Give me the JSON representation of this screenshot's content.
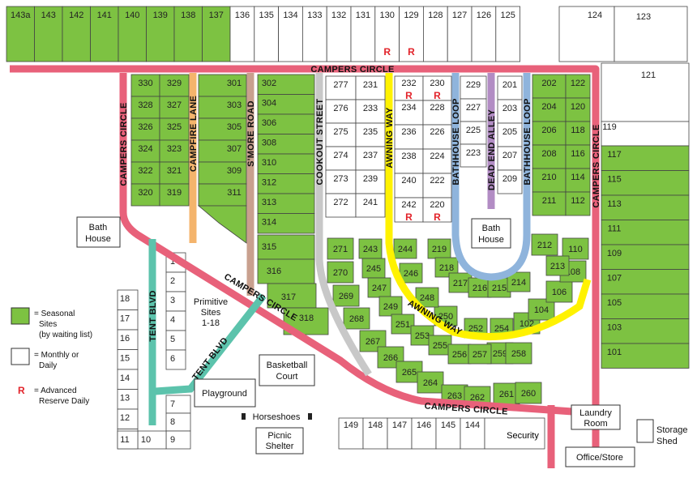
{
  "map_title": "",
  "colors": {
    "seasonal": "#7dc242",
    "monthly": "#ffffff",
    "outline": "#444444",
    "campers_circle": "#e8617a",
    "awning_way": "#fff200",
    "bathhouse_loop": "#8fb4dc",
    "dead_end_alley": "#b28cc4",
    "cookout_street": "#c8c8c8",
    "smore_road": "#c9a08e",
    "campfire_lane": "#f4b46c",
    "tent_blvd": "#5cc3ac",
    "reserve_r": "#e2232a"
  },
  "roads": {
    "campers_circle_top": "CAMPERS CIRCLE",
    "campers_circle_left": "CAMPERS CIRCLE",
    "campers_circle_right": "CAMPERS CIRCLE",
    "campers_circle_diag": "CAMPERS CIRCLE",
    "campers_circle_bottom": "CAMPERS CIRCLE",
    "campfire_lane": "CAMPFIRE LANE",
    "smore_road": "S'MORE ROAD",
    "cookout_street": "COOKOUT STREET",
    "awning_way_vertical": "AWNING WAY",
    "awning_way_curve": "AWNING WAY",
    "bathhouse_loop_left": "BATHHOUSE LOOP",
    "bathhouse_loop_right": "BATHHOUSE LOOP",
    "dead_end_alley": "DEAD END ALLEY",
    "tent_blvd_vertical": "TENT BLVD",
    "tent_blvd_diagonal": "TENT BLVD"
  },
  "buildings": {
    "bath_house_left": [
      "Bath",
      "House"
    ],
    "bath_house_center": [
      "Bath",
      "House"
    ],
    "basketball_court": [
      "Basketball",
      "Court"
    ],
    "playground": "Playground",
    "horseshoes": "Horseshoes",
    "picnic_shelter": [
      "Picnic",
      "Shelter"
    ],
    "laundry_room": [
      "Laundry",
      "Room"
    ],
    "storage_shed": [
      "Storage",
      "Shed"
    ],
    "office_store": "Office/Store",
    "security": "Security",
    "primitive_sites": [
      "Primitive",
      "Sites",
      "1-18"
    ]
  },
  "reserve_mark": "R",
  "reserve_sites": [
    "130",
    "129",
    "232",
    "230",
    "242",
    "220"
  ],
  "legend": {
    "seasonal": [
      "= Seasonal",
      "Sites",
      "(by waiting list)"
    ],
    "monthly": [
      "= Monthly or",
      "Daily"
    ],
    "reserve": [
      "= Advanced",
      "Reserve Daily"
    ]
  },
  "sites": {
    "top_seasonal": [
      "143a",
      "143",
      "142",
      "141",
      "140",
      "139",
      "138",
      "137"
    ],
    "top_monthly": [
      "136",
      "135",
      "134",
      "133",
      "132",
      "131",
      "130",
      "129",
      "128",
      "127",
      "126",
      "125"
    ],
    "top_right": [
      "124",
      "123",
      "121",
      "119"
    ],
    "col_330": [
      "330",
      "328",
      "326",
      "324",
      "322",
      "320"
    ],
    "col_329": [
      "329",
      "327",
      "325",
      "323",
      "321",
      "319"
    ],
    "col_301": [
      "301",
      "303",
      "305",
      "307",
      "309",
      "311"
    ],
    "col_302": [
      "302",
      "304",
      "306",
      "308",
      "310",
      "312",
      "313",
      "314",
      "315",
      "316",
      "317",
      "318"
    ],
    "col_277": [
      "277",
      "276",
      "275",
      "274",
      "273",
      "272"
    ],
    "col_231": [
      "231",
      "233",
      "235",
      "237",
      "239",
      "241"
    ],
    "col_232": [
      "232",
      "234",
      "236",
      "238",
      "240",
      "242"
    ],
    "col_230": [
      "230",
      "228",
      "226",
      "224",
      "222",
      "220"
    ],
    "col_229": [
      "229",
      "227",
      "225",
      "223"
    ],
    "col_201": [
      "201",
      "203",
      "205",
      "207",
      "209"
    ],
    "col_202": [
      "202",
      "204",
      "206",
      "208",
      "210",
      "211"
    ],
    "col_122": [
      "122",
      "120",
      "118",
      "116",
      "114",
      "112"
    ],
    "col_117": [
      "117",
      "115",
      "113",
      "111",
      "109",
      "107",
      "105",
      "103",
      "101"
    ],
    "arc_outer": [
      "271",
      "270",
      "269",
      "268",
      "267",
      "266",
      "265",
      "264",
      "263",
      "262",
      "261",
      "260",
      "259",
      "258",
      "102",
      "104",
      "106",
      "108",
      "110",
      "212"
    ],
    "arc_inner": [
      "243",
      "245",
      "247",
      "249",
      "251",
      "253",
      "255",
      "256",
      "257",
      "254",
      "252",
      "250",
      "248",
      "246",
      "244",
      "219",
      "218",
      "217",
      "216",
      "215",
      "214",
      "213"
    ],
    "tent_left": [
      "18",
      "17",
      "16",
      "15",
      "14",
      "13",
      "12",
      "11"
    ],
    "tent_right": [
      "1",
      "2",
      "3",
      "4",
      "5",
      "6",
      "7",
      "8",
      "9",
      "10"
    ],
    "bottom_row": [
      "149",
      "148",
      "147",
      "146",
      "145",
      "144"
    ]
  }
}
